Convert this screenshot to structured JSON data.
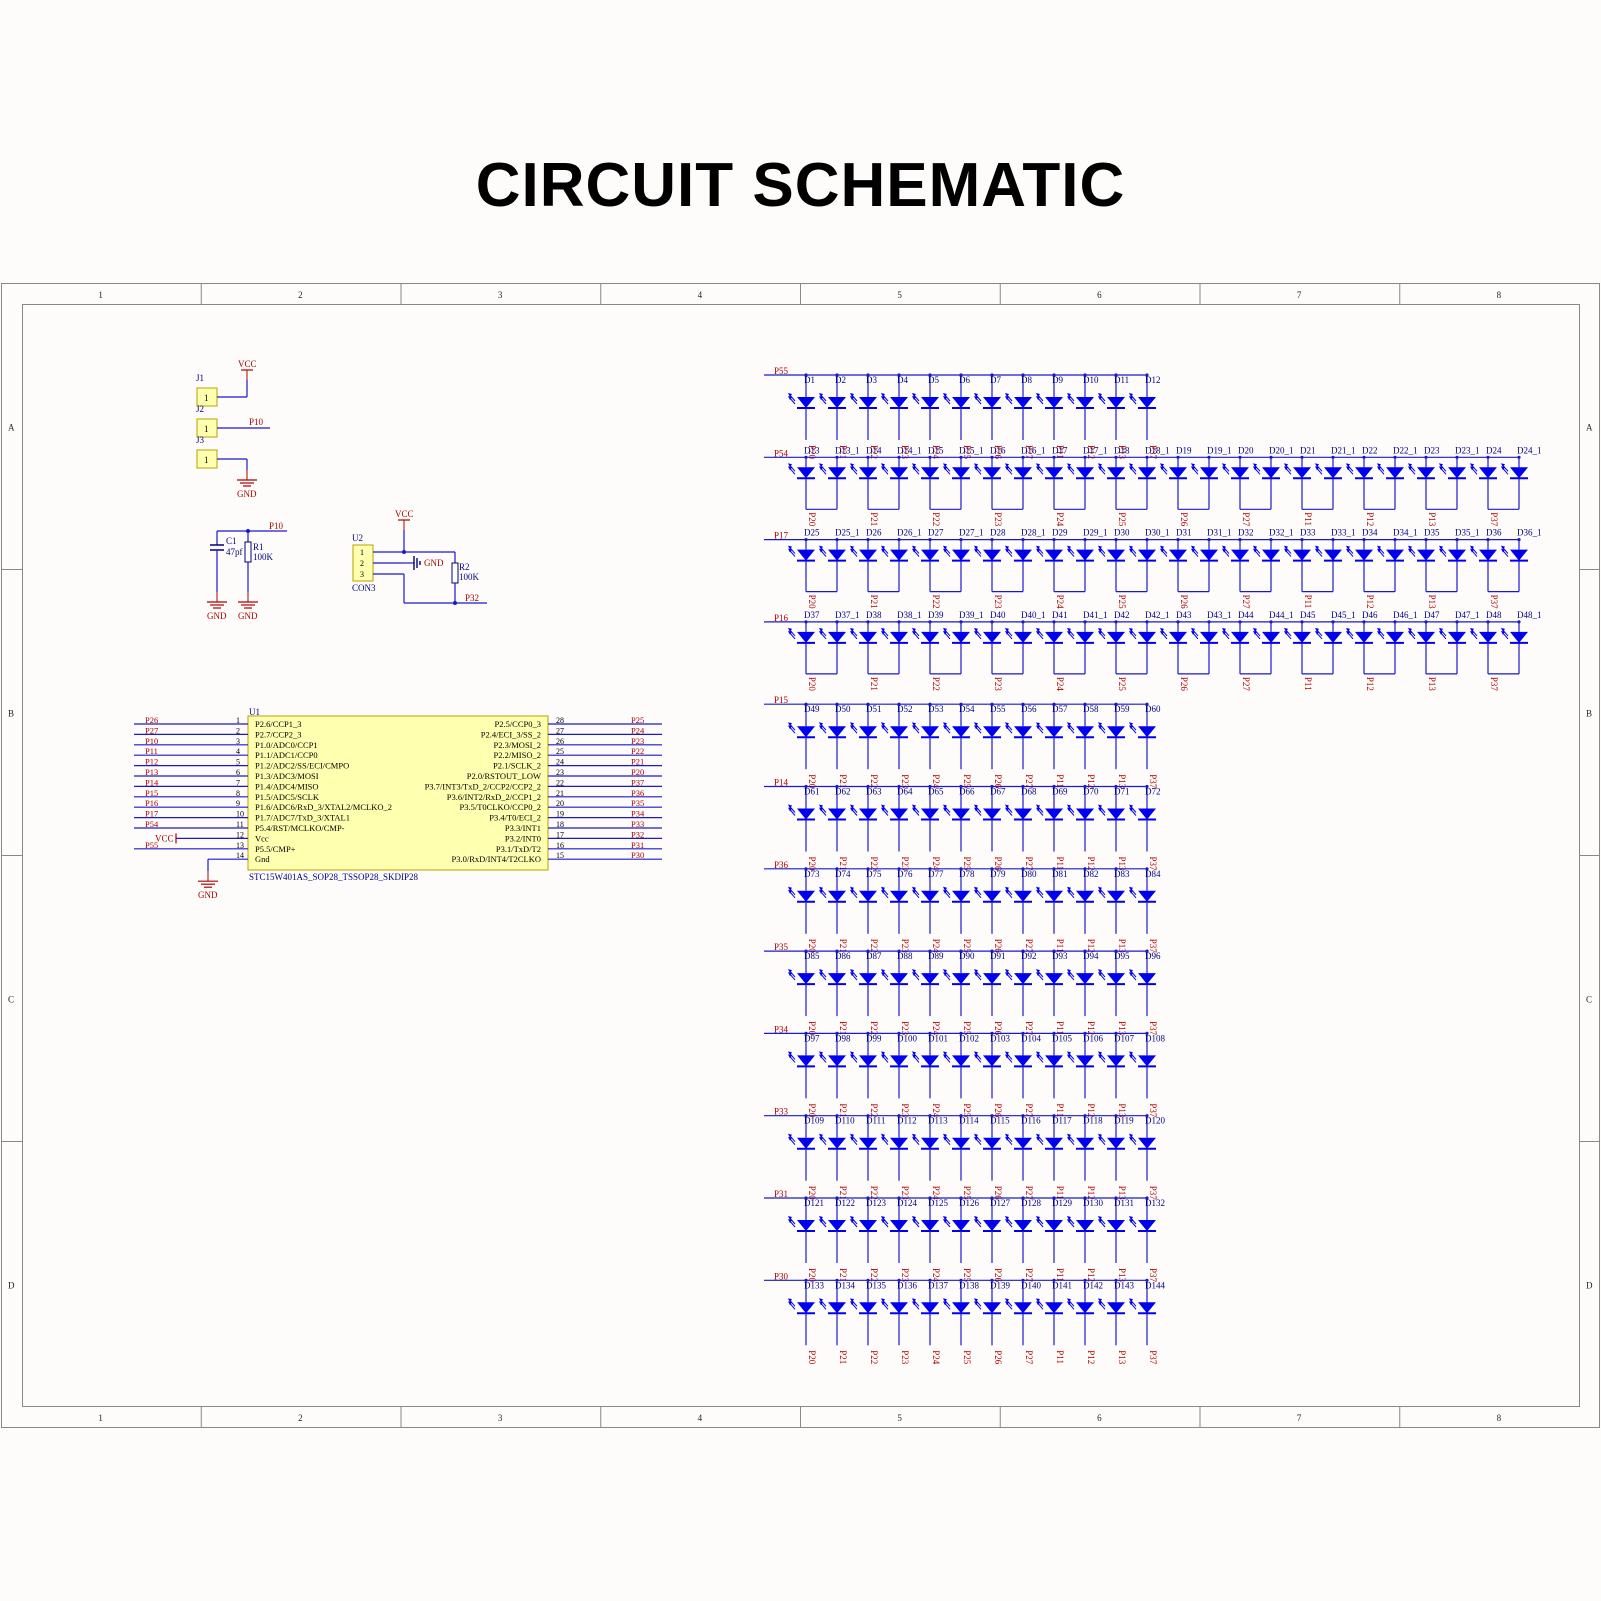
{
  "title": "CIRCUIT SCHEMATIC",
  "colors": {
    "wire": "#1a1acc",
    "led": "#0000ee",
    "netlabel": "#aa0000",
    "text": "#000080",
    "chip": "#ffffb0",
    "border": "#888888"
  },
  "zones": {
    "cols": [
      "1",
      "2",
      "3",
      "4",
      "5",
      "6",
      "7",
      "8"
    ],
    "rows": [
      "A",
      "B",
      "C",
      "D"
    ]
  },
  "jumpers": [
    {
      "ref": "J1",
      "pin": "1",
      "net": "VCC"
    },
    {
      "ref": "J2",
      "pin": "1",
      "net": "P10"
    },
    {
      "ref": "J3",
      "pin": "1",
      "net": "GND"
    }
  ],
  "rc": {
    "c_ref": "C1",
    "c_val": "47pf",
    "r_ref": "R1",
    "r_val": "100K",
    "net": "P10",
    "gnd": "GND"
  },
  "con": {
    "ref": "U2",
    "name": "CON3",
    "pins": [
      "1",
      "2",
      "3"
    ],
    "vcc": "VCC",
    "gnd": "GND",
    "r_ref": "R2",
    "r_val": "100K",
    "net": "P32"
  },
  "mcu": {
    "ref": "U1",
    "part": "STC15W401AS_SOP28_TSSOP28_SKDIP28",
    "left": [
      {
        "n": "1",
        "name": "P2.6/CCP1_3",
        "net": "P26"
      },
      {
        "n": "2",
        "name": "P2.7/CCP2_3",
        "net": "P27"
      },
      {
        "n": "3",
        "name": "P1.0/ADC0/CCP1",
        "net": "P10"
      },
      {
        "n": "4",
        "name": "P1.1/ADC1/CCP0",
        "net": "P11"
      },
      {
        "n": "5",
        "name": "P1.2/ADC2/SS/ECI/CMPO",
        "net": "P12"
      },
      {
        "n": "6",
        "name": "P1.3/ADC3/MOSI",
        "net": "P13"
      },
      {
        "n": "7",
        "name": "P1.4/ADC4/MISO",
        "net": "P14"
      },
      {
        "n": "8",
        "name": "P1.5/ADC5/SCLK",
        "net": "P15"
      },
      {
        "n": "9",
        "name": "P1.6/ADC6/RxD_3/XTAL2/MCLKO_2",
        "net": "P16"
      },
      {
        "n": "10",
        "name": "P1.7/ADC7/TxD_3/XTAL1",
        "net": "P17"
      },
      {
        "n": "11",
        "name": "P5.4/RST/MCLKO/CMP-",
        "net": "P54"
      },
      {
        "n": "12",
        "name": "Vcc",
        "net": "VCC"
      },
      {
        "n": "13",
        "name": "P5.5/CMP+",
        "net": "P55"
      },
      {
        "n": "14",
        "name": "Gnd",
        "net": "GND"
      }
    ],
    "right": [
      {
        "n": "28",
        "name": "P2.5/CCP0_3",
        "net": "P25"
      },
      {
        "n": "27",
        "name": "P2.4/ECI_3/SS_2",
        "net": "P24"
      },
      {
        "n": "26",
        "name": "P2.3/MOSI_2",
        "net": "P23"
      },
      {
        "n": "25",
        "name": "P2.2/MISO_2",
        "net": "P22"
      },
      {
        "n": "24",
        "name": "P2.1/SCLK_2",
        "net": "P21"
      },
      {
        "n": "23",
        "name": "P2.0/RSTOUT_LOW",
        "net": "P20"
      },
      {
        "n": "22",
        "name": "P3.7/INT3/TxD_2/CCP2/CCP2_2",
        "net": "P37"
      },
      {
        "n": "21",
        "name": "P3.6/INT2/RxD_2/CCP1_2",
        "net": "P36"
      },
      {
        "n": "20",
        "name": "P3.5/T0CLKO/CCP0_2",
        "net": "P35"
      },
      {
        "n": "19",
        "name": "P3.4/T0/ECI_2",
        "net": "P34"
      },
      {
        "n": "18",
        "name": "P3.3/INT1",
        "net": "P33"
      },
      {
        "n": "17",
        "name": "P3.2/INT0",
        "net": "P32"
      },
      {
        "n": "16",
        "name": "P3.1/TxD/T2",
        "net": "P31"
      },
      {
        "n": "15",
        "name": "P3.0/RxD/INT4/T2CLKO",
        "net": "P30"
      }
    ]
  },
  "matrix": {
    "columns": [
      "P20",
      "P21",
      "P22",
      "P23",
      "P24",
      "P25",
      "P26",
      "P27",
      "P11",
      "P12",
      "P13",
      "P37"
    ],
    "rows": [
      {
        "net": "P55",
        "wide": false,
        "leds": [
          "D1",
          "D2",
          "D3",
          "D4",
          "D5",
          "D6",
          "D7",
          "D8",
          "D9",
          "D10",
          "D11",
          "D12"
        ]
      },
      {
        "net": "P54",
        "wide": true,
        "last": "D24_1",
        "leds": [
          "D13",
          "D13_1",
          "D14",
          "D14_1",
          "D15",
          "D15_1",
          "D16",
          "D16_1",
          "D17",
          "D17_1",
          "D18",
          "D18_1",
          "D19",
          "D19_1",
          "D20",
          "D20_1",
          "D21",
          "D21_1",
          "D22",
          "D22_1",
          "D23",
          "D23_1",
          "D24",
          "D24_1"
        ]
      },
      {
        "net": "P17",
        "wide": true,
        "last": "D36_1",
        "leds": [
          "D25",
          "D25_1",
          "D26",
          "D26_1",
          "D27",
          "D27_1",
          "D28",
          "D28_1",
          "D29",
          "D29_1",
          "D30",
          "D30_1",
          "D31",
          "D31_1",
          "D32",
          "D32_1",
          "D33",
          "D33_1",
          "D34",
          "D34_1",
          "D35",
          "D35_1",
          "D36",
          "D36_1"
        ]
      },
      {
        "net": "P16",
        "wide": true,
        "last": "D48_1",
        "leds": [
          "D37",
          "D37_1",
          "D38",
          "D38_1",
          "D39",
          "D39_1",
          "D40",
          "D40_1",
          "D41",
          "D41_1",
          "D42",
          "D42_1",
          "D43",
          "D43_1",
          "D44",
          "D44_1",
          "D45",
          "D45_1",
          "D46",
          "D46_1",
          "D47",
          "D47_1",
          "D48",
          "D48_1"
        ]
      },
      {
        "net": "P15",
        "wide": false,
        "leds": [
          "D49",
          "D50",
          "D51",
          "D52",
          "D53",
          "D54",
          "D55",
          "D56",
          "D57",
          "D58",
          "D59",
          "D60"
        ]
      },
      {
        "net": "P14",
        "wide": false,
        "leds": [
          "D61",
          "D62",
          "D63",
          "D64",
          "D65",
          "D66",
          "D67",
          "D68",
          "D69",
          "D70",
          "D71",
          "D72"
        ]
      },
      {
        "net": "P36",
        "wide": false,
        "leds": [
          "D73",
          "D74",
          "D75",
          "D76",
          "D77",
          "D78",
          "D79",
          "D80",
          "D81",
          "D82",
          "D83",
          "D84"
        ]
      },
      {
        "net": "P35",
        "wide": false,
        "leds": [
          "D85",
          "D86",
          "D87",
          "D88",
          "D89",
          "D90",
          "D91",
          "D92",
          "D93",
          "D94",
          "D95",
          "D96"
        ]
      },
      {
        "net": "P34",
        "wide": false,
        "leds": [
          "D97",
          "D98",
          "D99",
          "D100",
          "D101",
          "D102",
          "D103",
          "D104",
          "D105",
          "D106",
          "D107",
          "D108"
        ]
      },
      {
        "net": "P33",
        "wide": false,
        "leds": [
          "D109",
          "D110",
          "D111",
          "D112",
          "D113",
          "D114",
          "D115",
          "D116",
          "D117",
          "D118",
          "D119",
          "D120"
        ]
      },
      {
        "net": "P31",
        "wide": false,
        "leds": [
          "D121",
          "D122",
          "D123",
          "D124",
          "D125",
          "D126",
          "D127",
          "D128",
          "D129",
          "D130",
          "D131",
          "D132"
        ]
      },
      {
        "net": "P30",
        "wide": false,
        "leds": [
          "D133",
          "D134",
          "D135",
          "D136",
          "D137",
          "D138",
          "D139",
          "D140",
          "D141",
          "D142",
          "D143",
          "D144"
        ]
      }
    ]
  }
}
